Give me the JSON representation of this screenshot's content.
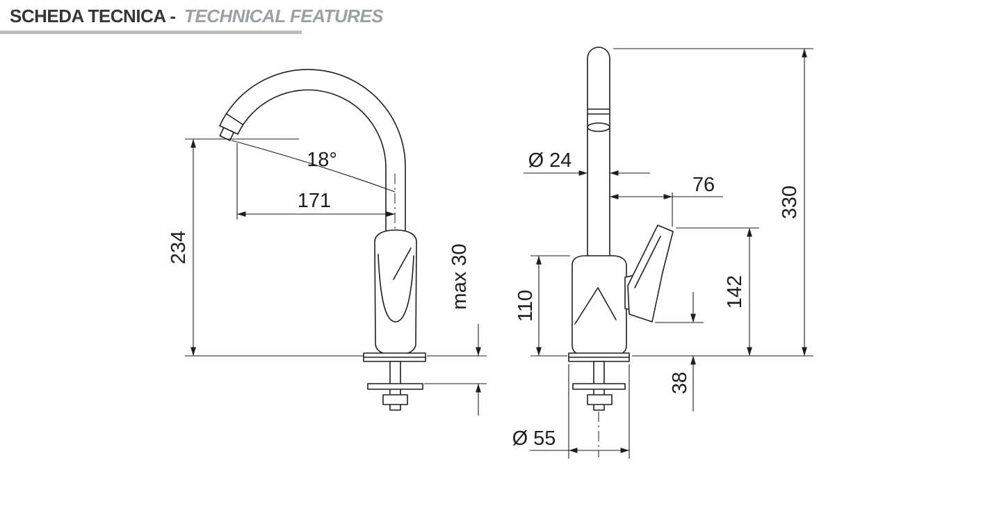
{
  "header": {
    "title": "SCHEDA TECNICA -",
    "subtitle": "TECHNICAL FEATURES"
  },
  "colors": {
    "line": "#1d1d1b",
    "title_text": "#33373a",
    "subtitle_text": "#9aa0a5",
    "underline_bar": "#b9bdc1",
    "background": "#ffffff"
  },
  "left_view": {
    "angle": "18°",
    "spout_reach": "171",
    "spout_height": "234",
    "max_mounting_thickness": "max 30"
  },
  "right_view": {
    "spout_diameter": "Ø 24",
    "handle_projection": "76",
    "total_height": "330",
    "handle_height": "142",
    "body_height": "110",
    "handle_clearance": "38",
    "base_diameter": "Ø 55"
  }
}
